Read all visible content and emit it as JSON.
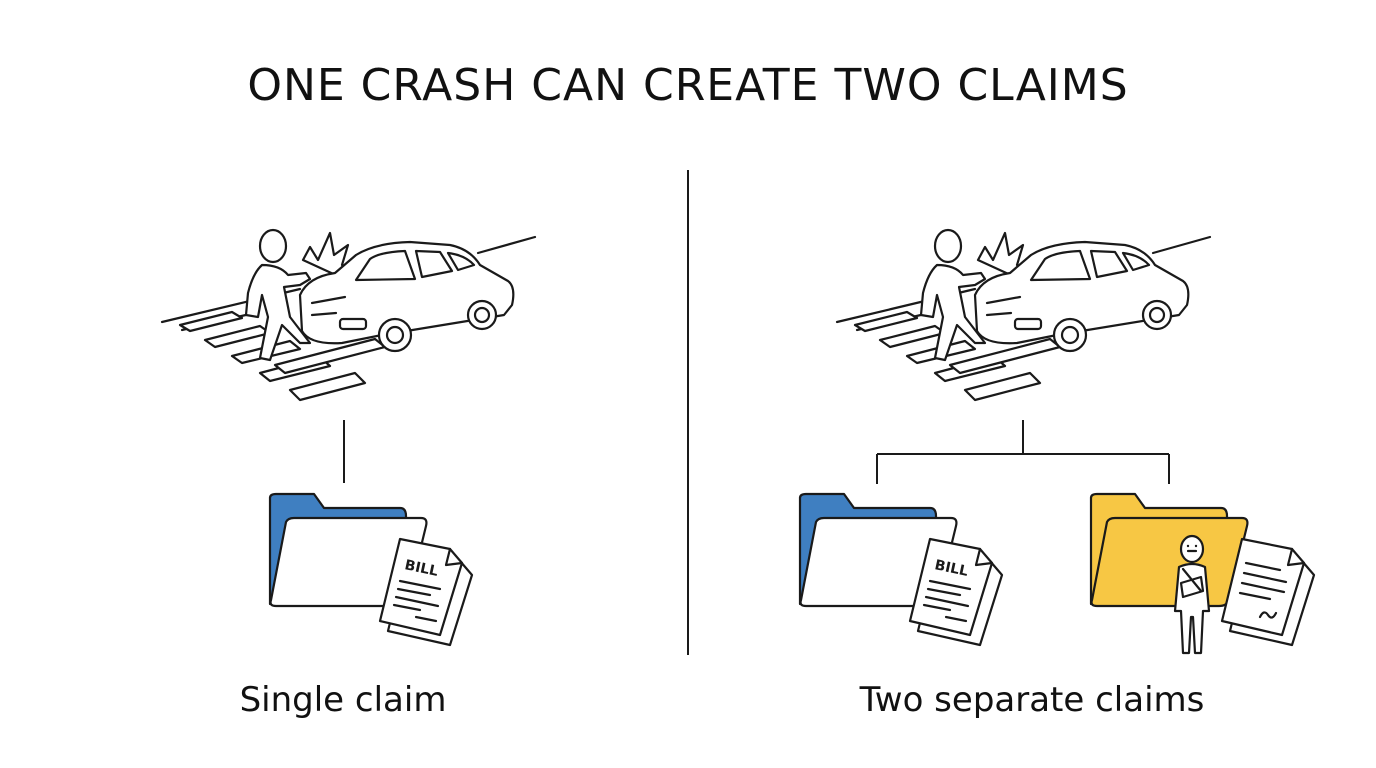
{
  "title": "ONE CRASH CAN CREATE TWO CLAIMS",
  "left_panel": {
    "label": "Single claim",
    "bill_text": "BILL"
  },
  "right_panel": {
    "label": "Two separate claims",
    "bill_text": "BILL"
  },
  "colors": {
    "folder_blue": "#3f7fc1",
    "folder_yellow": "#f7c744",
    "ink": "#1a1a1a"
  },
  "icons": [
    "crash-scene-icon",
    "blue-folder-icon",
    "yellow-folder-icon",
    "bill-document-icon",
    "injured-person-icon",
    "signed-document-icon"
  ]
}
